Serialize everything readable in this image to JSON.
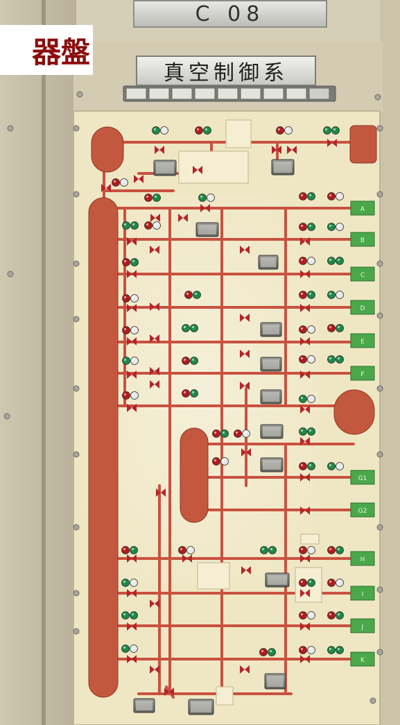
{
  "top_plate": {
    "text": "C 08"
  },
  "title_plate": {
    "text": "真空制御系"
  },
  "cabinet_label": {
    "text": "器盤"
  },
  "colors": {
    "cabinet": "#d9d2bc",
    "panel": "#eee6c2",
    "pipe": "#c9513f",
    "vessel": "#c4583f",
    "valve": "#b3262b",
    "lamp_red": "#b51a1a",
    "lamp_green": "#1d8a47",
    "lamp_white": "#e9e9e9",
    "station_label": "#4aa84a"
  },
  "branch_labels": [
    "A",
    "B",
    "C",
    "D",
    "E",
    "F",
    "G1",
    "G2",
    "H",
    "I",
    "J",
    "K"
  ],
  "annunciator_count": 9,
  "vessels": [
    {
      "name": "top-left-tank"
    },
    {
      "name": "main-header"
    },
    {
      "name": "right-tank"
    },
    {
      "name": "center-tank"
    },
    {
      "name": "top-right-tank"
    }
  ]
}
